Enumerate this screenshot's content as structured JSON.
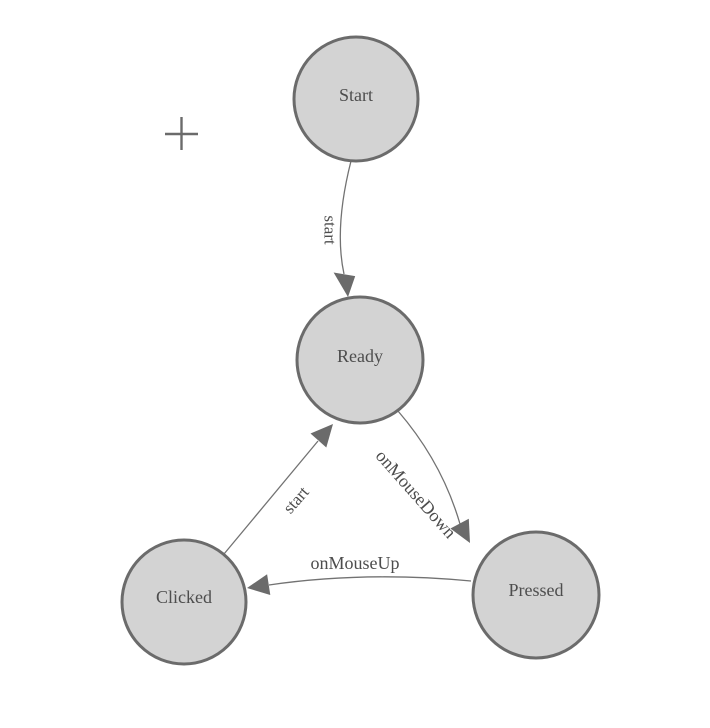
{
  "canvas": {
    "background": "#ffffff",
    "cursor_icon": "crosshair"
  },
  "palette": {
    "node_fill": "#d3d3d3",
    "node_stroke": "#6b6b6b",
    "edge_stroke": "#727272",
    "arrow_fill": "#6b6b6b",
    "label_text": "#4d4d4d"
  },
  "diagram": {
    "type": "state-machine",
    "nodes": [
      {
        "id": "start",
        "label": "Start"
      },
      {
        "id": "ready",
        "label": "Ready"
      },
      {
        "id": "clicked",
        "label": "Clicked"
      },
      {
        "id": "pressed",
        "label": "Pressed"
      }
    ],
    "edges": [
      {
        "id": "start-to-ready",
        "from": "Start",
        "to": "Ready",
        "label": "start"
      },
      {
        "id": "ready-to-pressed",
        "from": "Ready",
        "to": "Pressed",
        "label": "onMouseDown"
      },
      {
        "id": "pressed-to-clicked",
        "from": "Pressed",
        "to": "Clicked",
        "label": "onMouseUp"
      },
      {
        "id": "clicked-to-ready",
        "from": "Clicked",
        "to": "Ready",
        "label": "start"
      }
    ]
  }
}
